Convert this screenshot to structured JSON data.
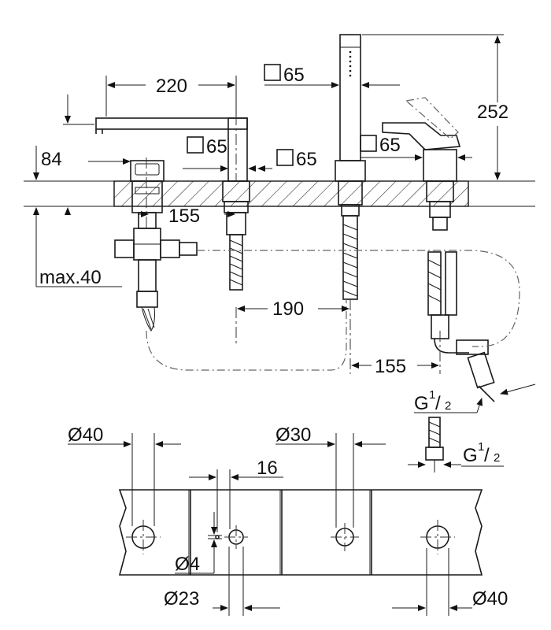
{
  "dimensions": {
    "spout_reach": "220",
    "spout_height": "84",
    "mount_thickness": "max.40",
    "handshower_height": "252",
    "square_spout": "65",
    "square_center": "65",
    "square_handshower": "65",
    "square_lever": "65",
    "spacing_a": "155",
    "spacing_b": "190",
    "spacing_c": "155",
    "hose_connection_1": "G",
    "hose_connection_2": "G",
    "thread_fraction_num": "1",
    "thread_fraction_den": "2",
    "hole_large_left": "Ø40",
    "hole_medium": "Ø30",
    "hole_offset": "16",
    "pin_hole": "Ø4",
    "hole_small": "Ø23",
    "hole_large_right": "Ø40"
  }
}
